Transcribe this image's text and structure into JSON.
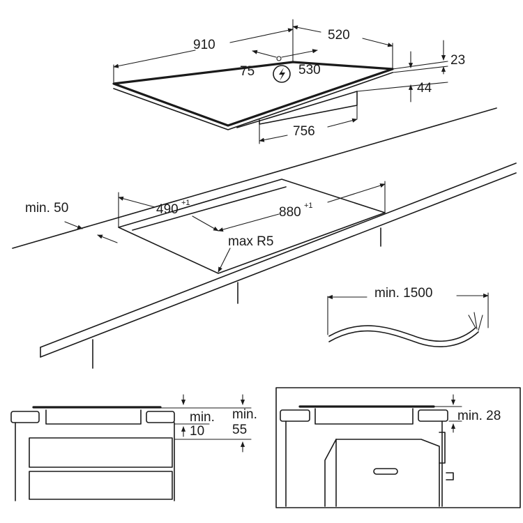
{
  "hob_top": {
    "width": "910",
    "depth": "520",
    "supply_offset": "75",
    "supply_depth": "530",
    "glass": "23",
    "total_height": "44",
    "box_width": "756",
    "power_icon": "lightning-icon"
  },
  "worktop": {
    "cutout_depth": "490",
    "cutout_depth_tol": "+1",
    "cutout_width": "880",
    "cutout_width_tol": "+1",
    "corner_radius": "max R5",
    "edge_distance": "min. 50"
  },
  "cable": {
    "length": "min. 1500"
  },
  "side_left": {
    "gap_a": "min.",
    "gap_a_value": "10",
    "gap_b": "min.",
    "gap_b_value": "55"
  },
  "side_right": {
    "gap": "min. 28"
  }
}
